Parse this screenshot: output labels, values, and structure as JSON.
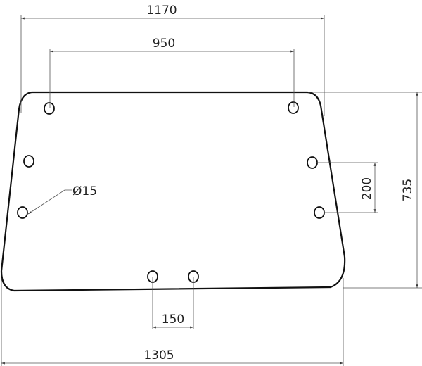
{
  "drawing": {
    "dimensions": {
      "top_width": "1170",
      "top_hole_spacing": "950",
      "height": "735",
      "side_hole_spacing": "200",
      "bottom_hole_spacing": "150",
      "bottom_width": "1305",
      "hole_diameter": "Ø15"
    },
    "hole_count": 8,
    "colors": {
      "outline": "#111111",
      "dimension_lines": "#555555"
    }
  }
}
